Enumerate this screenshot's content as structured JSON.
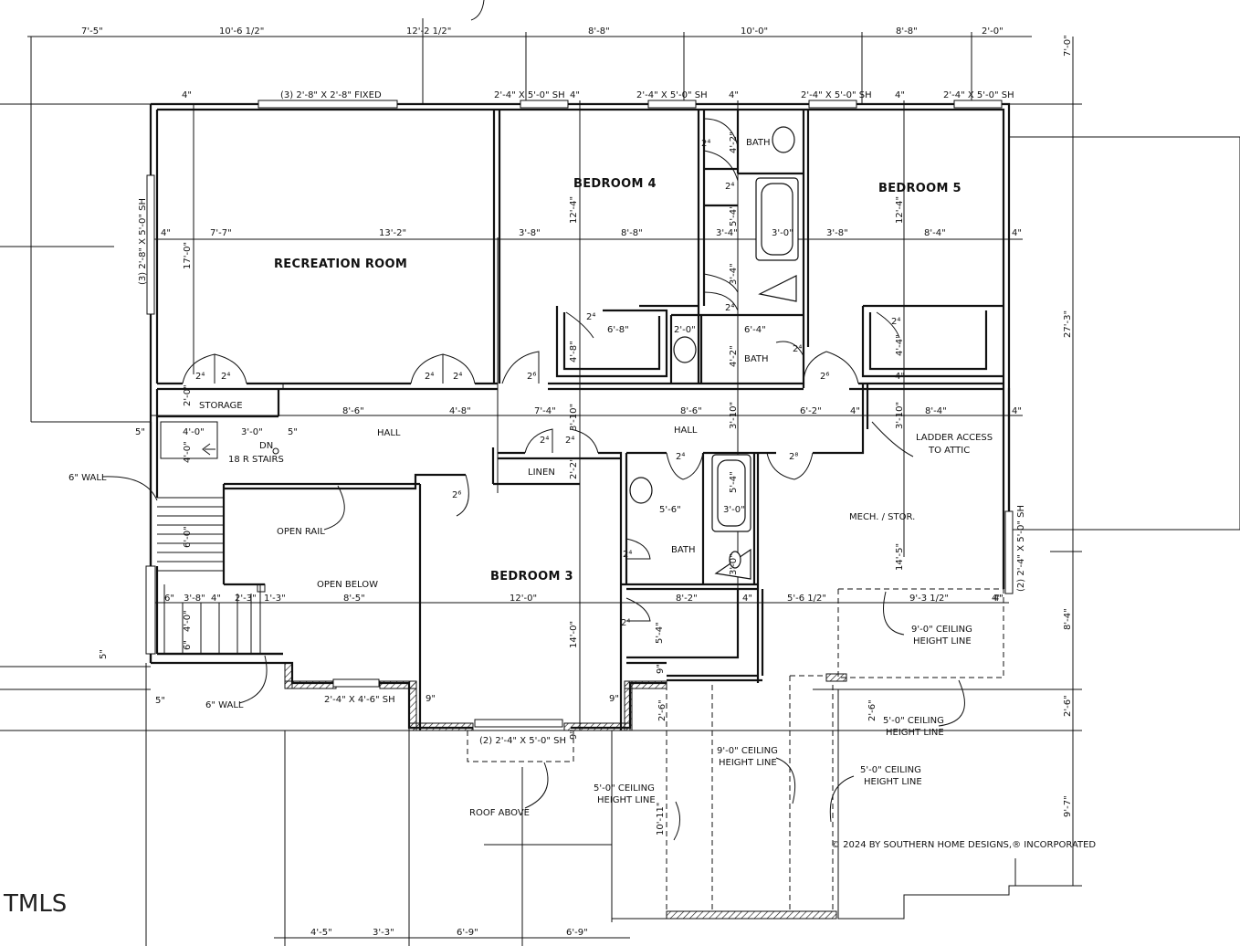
{
  "rooms": {
    "recreation": "RECREATION ROOM",
    "bedroom4": "BEDROOM 4",
    "bedroom5": "BEDROOM 5",
    "bedroom3": "BEDROOM 3",
    "hall1": "HALL",
    "hall2": "HALL",
    "bath1": "BATH",
    "bath2": "BATH",
    "bath3": "BATH",
    "storage": "STORAGE",
    "linen": "LINEN",
    "mech": "MECH. / STOR.",
    "open_below": "OPEN BELOW"
  },
  "notes": {
    "ladder": [
      "LADDER ACCESS",
      "TO ATTIC"
    ],
    "open_rail": "OPEN RAIL",
    "stairs_dn": "DN",
    "stairs": "18 R STAIRS",
    "wall6_left": "6\" WALL",
    "wall6_bottom": "6\" WALL",
    "roof_above": "ROOF ABOVE",
    "ceil_9a": [
      "9'-0\" CEILING",
      "HEIGHT LINE"
    ],
    "ceil_5a": [
      "5'-0\" CEILING",
      "HEIGHT LINE"
    ],
    "ceil_9b": [
      "9'-0\" CEILING",
      "HEIGHT LINE"
    ],
    "ceil_5b": [
      "5'-0\" CEILING",
      "HEIGHT LINE"
    ],
    "ceil_5c": [
      "5'-0\" CEILING",
      "HEIGHT LINE"
    ],
    "copyright": "© 2024 BY SOUTHERN HOME DESIGNS,® INCORPORATED",
    "tmls": "TMLS"
  },
  "windows": {
    "top1": "(3) 2'-8\" X 2'-8\" FIXED",
    "top2": "2'-4\" X 5'-0\" SH",
    "top3": "2'-4\" X 5'-0\" SH",
    "top4": "2'-4\" X 5'-0\" SH",
    "top5": "2'-4\" X 5'-0\" SH",
    "left": "(3) 2'-8\" X 5'-0\" SH",
    "right": "(2) 2'-4\" X 5'-0\" SH",
    "bottom1": "2'-4\" X 4'-6\" SH",
    "bottom2": "(2) 2'-4\" X 5'-0\" SH"
  },
  "dims_top": [
    "7'-5\"",
    "10'-6 1/2\"",
    "12'-2 1/2\"",
    "8'-8\"",
    "10'-0\"",
    "8'-8\"",
    "2'-0\""
  ],
  "dims_right": [
    "7'-0\"",
    "27'-3\"",
    "8'-4\"",
    "2'-6\"",
    "9'-7\""
  ],
  "dims_bottom": [
    "4'-5\"",
    "3'-3\"",
    "6'-9\"",
    "6'-9\""
  ],
  "dims_mid_row": [
    "4\"",
    "7'-7\"",
    "13'-2\"",
    "3'-8\"",
    "8'-8\"",
    "3'-4\"",
    "3'-0\"",
    "3'-8\"",
    "8'-4\"",
    "4\""
  ],
  "dims_hall_row": [
    "8'-6\"",
    "4'-8\"",
    "7'-4\"",
    "8'-6\"",
    "6'-2\"",
    "4\"",
    "8'-4\"",
    "4\""
  ],
  "dims_low_row": [
    "6\"",
    "3'-8\"",
    "4\"",
    "2'-3\"",
    "1'-3\"",
    "8'-5\"",
    "12'-0\"",
    "8'-2\"",
    "4\"",
    "5'-6 1/2\"",
    "9'-3 1/2\"",
    "4\""
  ],
  "dims_misc": {
    "v_17": "17'-0\"",
    "v_124a": "12'-4\"",
    "v_124b": "12'-4\"",
    "v_42a": "4'-2\"",
    "v_54a": "5'-4\"",
    "v_34": "3'-4\"",
    "v_42b": "4'-2\"",
    "v_48": "4'-8\"",
    "v_44": "4'-4\"",
    "v_4in": "4\"",
    "v_310a": "3'-10\"",
    "v_310b": "3'-10\"",
    "v_310c": "3'-10\"",
    "v_22": "2'-2\"",
    "v_54b": "5'-4\"",
    "v_30": "3'-0\"",
    "v_145": "14'-5\"",
    "v_140": "14'-0\"",
    "v_54c": "5'-4\"",
    "v_60": "6'-0\"",
    "v_40a": "4'-0\"",
    "v_40b": "4'-0\"",
    "v_20": "2'-0\"",
    "v_26a": "2'-6\"",
    "v_26b": "2'-6\"",
    "v_1011": "10'-11\"",
    "h_68": "6'-8\"",
    "h_20": "2'-0\"",
    "h_64": "6'-4\"",
    "h_56": "5'-6\"",
    "h_30": "3'-0\"",
    "h_5a": "5\"",
    "h_40": "4'-0\"",
    "h_30b": "3'-0\"",
    "h_5b": "5\"",
    "h_5c": "5\"",
    "h_5d": "5\"",
    "h_9a": "9\"",
    "h_9b": "9\"",
    "h_9c": "9\"",
    "h_9d": "9\"",
    "h_6": "6\"",
    "h_4top1": "4\"",
    "h_4top2": "4\"",
    "h_4top3": "4\"",
    "h_4top4": "4\"",
    "h_4b": "4\""
  },
  "doors": [
    "2⁴",
    "2⁴",
    "2⁴",
    "2⁴",
    "2⁶",
    "2⁴",
    "2⁴",
    "2⁴",
    "2⁴",
    "2⁶",
    "2⁴",
    "2⁴",
    "2⁴",
    "2⁸",
    "2⁶",
    "2⁴",
    "2⁴",
    "2⁴",
    "2⁴"
  ]
}
